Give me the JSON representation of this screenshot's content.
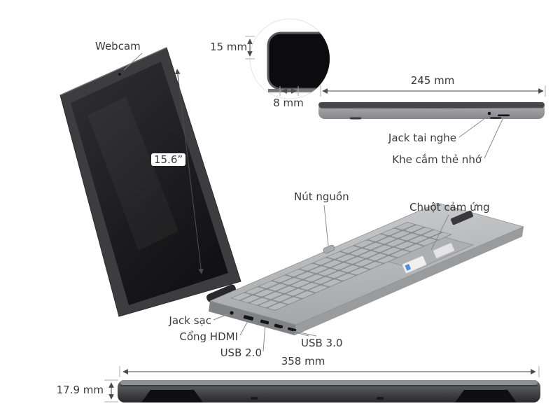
{
  "page": {
    "background": "#ffffff"
  },
  "annotations": {
    "webcam": "Webcam",
    "power_button": "Nút nguồn",
    "touchpad": "Chuột cảm ứng",
    "headphone_jack": "Jack tai nghe",
    "memory_card_slot": "Khe cắm thẻ nhớ",
    "charging_jack": "Jack sạc",
    "hdmi_port": "Cổng HDMI",
    "usb_2_0": "USB 2.0",
    "usb_3_0": "USB 3.0"
  },
  "measurements": {
    "screen_diagonal": "15.6”",
    "top_bezel": "15 mm",
    "side_bezel": "8 mm",
    "depth": "245 mm",
    "width": "358 mm",
    "thickness": "17.9 mm"
  },
  "colors": {
    "background": "#ffffff",
    "text": "#3a3a3a",
    "measure_line": "#4a4a4a",
    "laptop_dark": "#2d2d2f",
    "laptop_gray": "#b5b6b8"
  }
}
